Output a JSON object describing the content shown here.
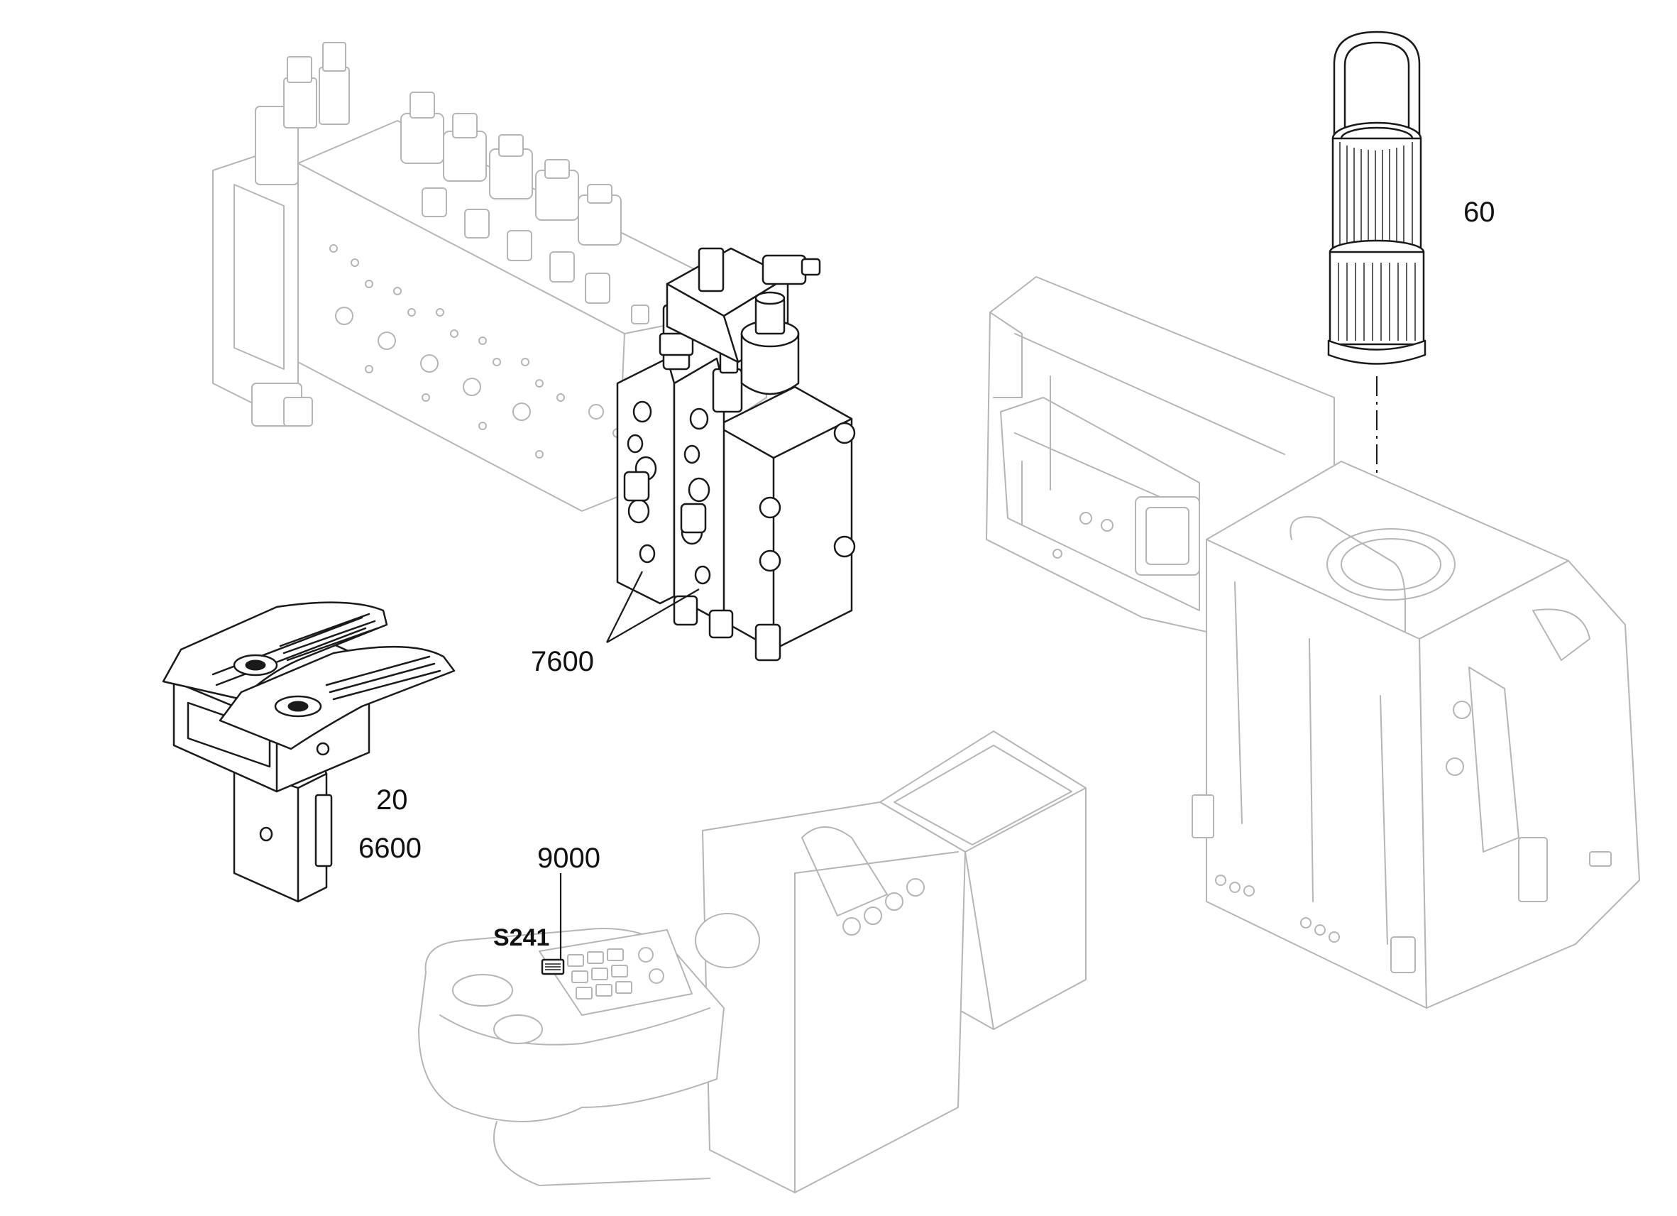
{
  "callouts": {
    "filter": "60",
    "valve_block": "7600",
    "pedal_ref": "20",
    "pedal_assembly": "6600",
    "console": "9000",
    "switch": "S241"
  },
  "colors": {
    "ink": "#1a1a1a",
    "ghost_ink": "#b5b5b5",
    "background": "#ffffff"
  }
}
